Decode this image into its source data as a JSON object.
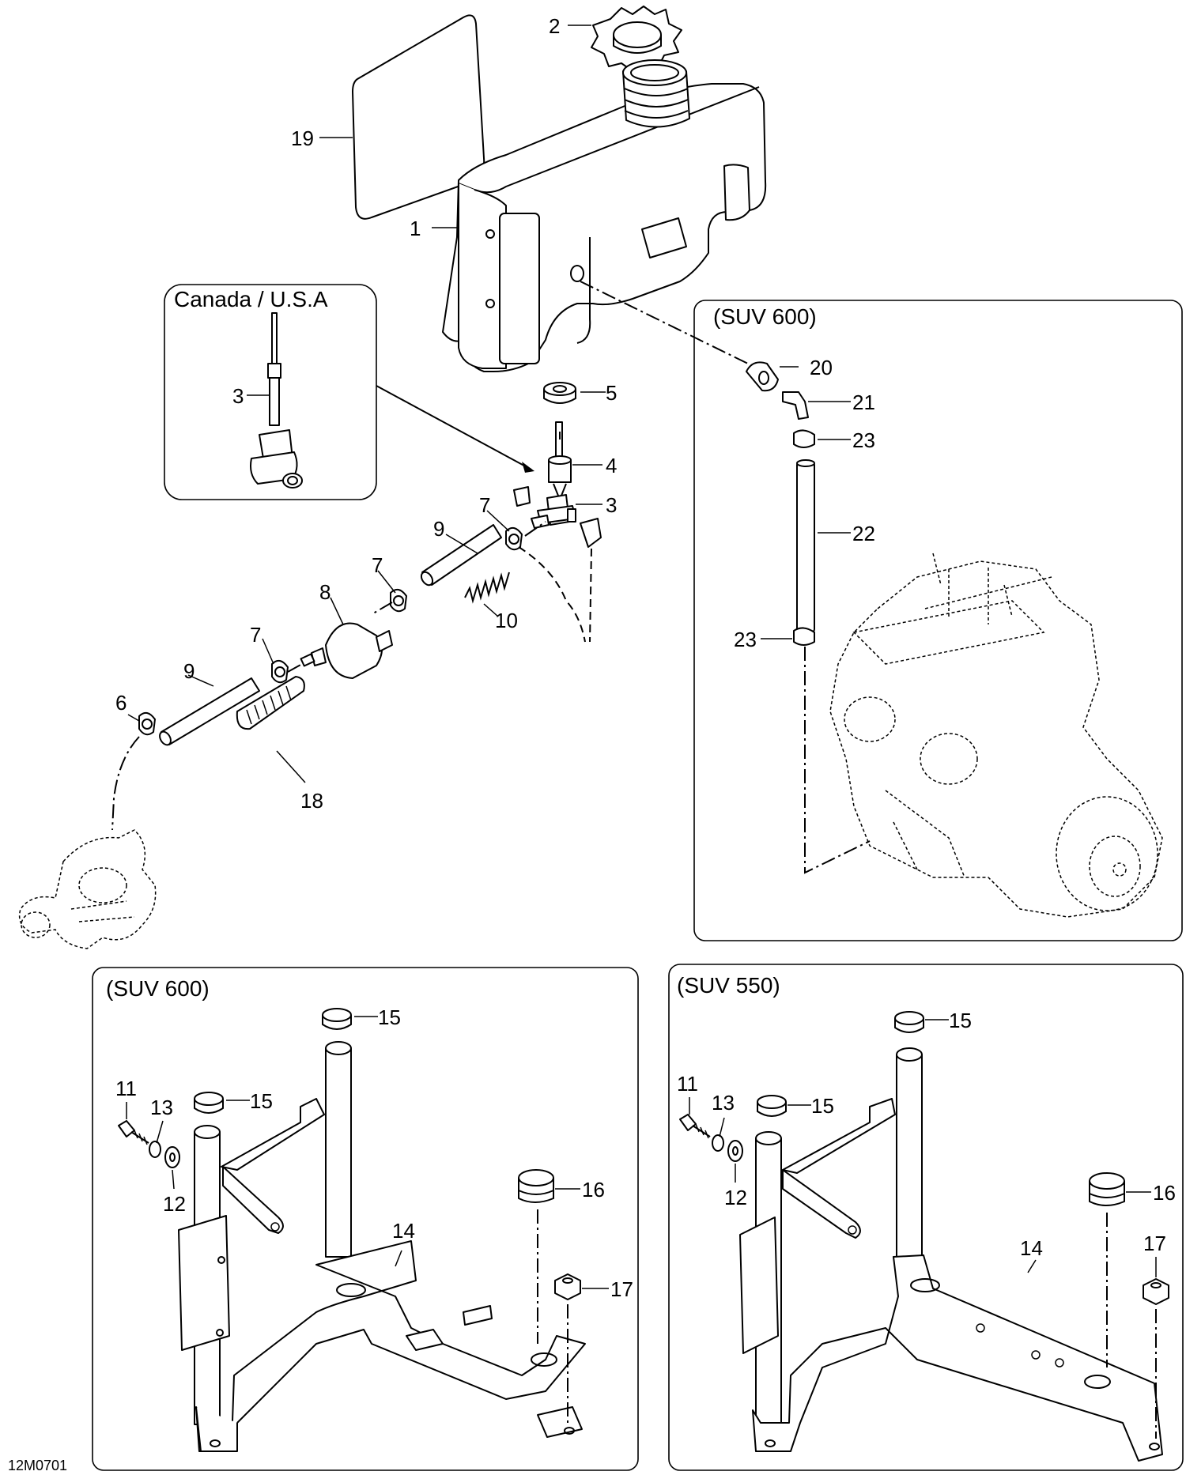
{
  "panels": {
    "canada_usa": "Canada / U.S.A",
    "suv600_engine": "(SUV 600)",
    "suv600_support": "(SUV 600)",
    "suv550_support": "(SUV 550)"
  },
  "drawing_code": "12M0701",
  "callouts": {
    "c1": "1",
    "c2": "2",
    "c3a": "3",
    "c3b": "3",
    "c4": "4",
    "c5": "5",
    "c6": "6",
    "c7a": "7",
    "c7b": "7",
    "c7c": "7",
    "c8": "8",
    "c9a": "9",
    "c9b": "9",
    "c10": "10",
    "c11a": "11",
    "c11b": "11",
    "c12a": "12",
    "c12b": "12",
    "c13a": "13",
    "c13b": "13",
    "c14a": "14",
    "c14b": "14",
    "c15a": "15",
    "c15b": "15",
    "c15c": "15",
    "c15d": "15",
    "c16a": "16",
    "c16b": "16",
    "c17a": "17",
    "c17b": "17",
    "c18": "18",
    "c19": "19",
    "c20": "20",
    "c21": "21",
    "c22": "22",
    "c23a": "23",
    "c23b": "23"
  }
}
